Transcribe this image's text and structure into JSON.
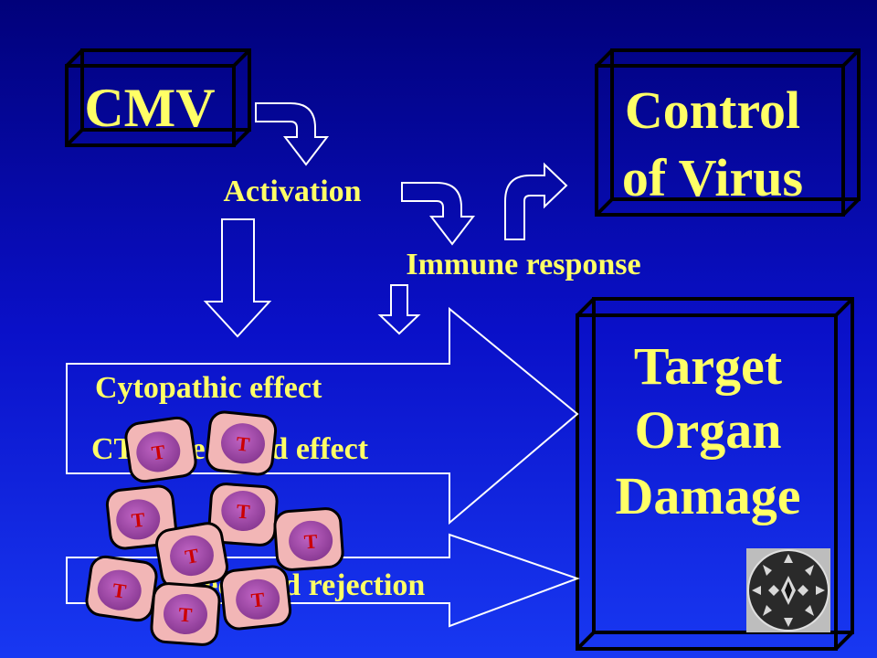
{
  "boxes": {
    "cmv": "CMV",
    "control_line1": "Control",
    "control_line2": "of Virus",
    "target_line1": "Target",
    "target_line2": "Organ",
    "target_line3": "Damage"
  },
  "labels": {
    "activation": "Activation",
    "immune_response": "Immune response",
    "cytopathic_effect": "Cytopathic effect",
    "ctl_mediated_effect": "CTL-mediated effect",
    "mediated_rejection": "mediated rejection"
  },
  "t_cells": [
    "T",
    "T",
    "T",
    "T",
    "T",
    "T",
    "T",
    "T",
    "T"
  ],
  "colors": {
    "text": "#ffff66",
    "t_cell_fill": "#f2b6b6",
    "t_cell_nucleus": "#a04aa8",
    "t_label": "#cc0000"
  }
}
